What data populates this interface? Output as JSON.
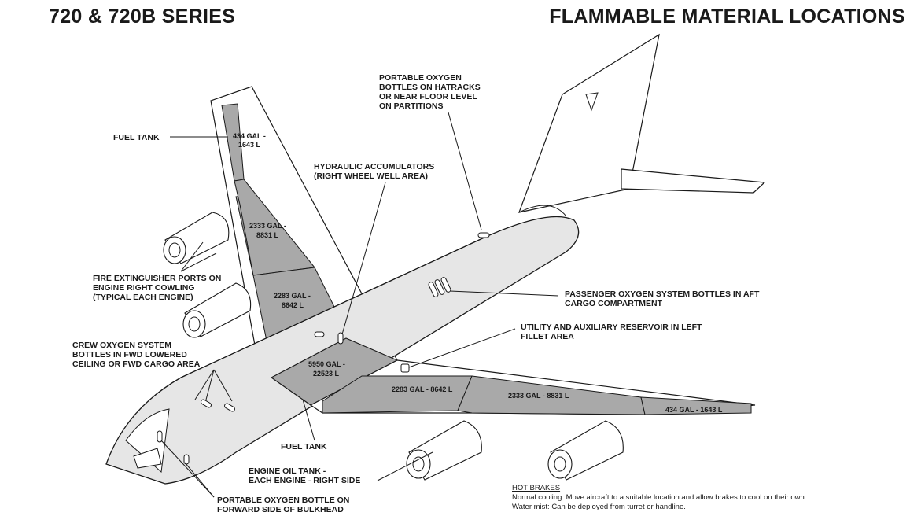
{
  "header": {
    "left_title": "720 & 720B SERIES",
    "right_title": "FLAMMABLE MATERIAL LOCATIONS"
  },
  "callouts": {
    "fuel_tank_left": "FUEL TANK",
    "portable_oxygen_hatracks": [
      "PORTABLE OXYGEN",
      "BOTTLES ON HATRACKS",
      "OR NEAR FLOOR LEVEL",
      "ON PARTITIONS"
    ],
    "hydraulic_accumulators": [
      "HYDRAULIC ACCUMULATORS",
      "(RIGHT WHEEL WELL AREA)"
    ],
    "fire_extinguisher_ports": [
      "FIRE EXTINGUISHER PORTS ON",
      "ENGINE RIGHT COWLING",
      "(TYPICAL EACH ENGINE)"
    ],
    "passenger_oxygen": [
      "PASSENGER OXYGEN SYSTEM BOTTLES IN AFT",
      "CARGO COMPARTMENT"
    ],
    "utility_reservoir": [
      "UTILITY AND AUXILIARY RESERVOIR IN LEFT",
      "FILLET AREA"
    ],
    "crew_oxygen": [
      "CREW OXYGEN SYSTEM",
      "BOTTLES IN FWD LOWERED",
      "CEILING OR FWD CARGO AREA"
    ],
    "fuel_tank_bottom": "FUEL TANK",
    "engine_oil_tank": [
      "ENGINE OIL TANK -",
      "EACH ENGINE - RIGHT SIDE"
    ],
    "portable_oxygen_bulkhead": [
      "PORTABLE OXYGEN BOTTLE ON",
      "FORWARD SIDE OF BULKHEAD"
    ]
  },
  "tanks": {
    "right_tip": [
      "434 GAL -",
      "1643 L"
    ],
    "right_outboard": [
      "2333 GAL -",
      "8831 L"
    ],
    "right_inboard": [
      "2283 GAL -",
      "8642 L"
    ],
    "center": [
      "5950 GAL -",
      "22523 L"
    ],
    "left_inboard": "2283 GAL - 8642 L",
    "left_outboard": "2333 GAL - 8831 L",
    "left_tip": "434 GAL - 1643 L"
  },
  "hot_brakes": {
    "heading": "HOT BRAKES",
    "normal": "Normal cooling:  Move aircraft to a suitable location and allow brakes to cool on their own.",
    "mist": "Water mist:  Can be deployed from turret or handline."
  },
  "colors": {
    "fuel_tank_fill": "#a9a9a9",
    "fuselage_fill": "#e6e6e6",
    "line": "#1a1a1a"
  }
}
